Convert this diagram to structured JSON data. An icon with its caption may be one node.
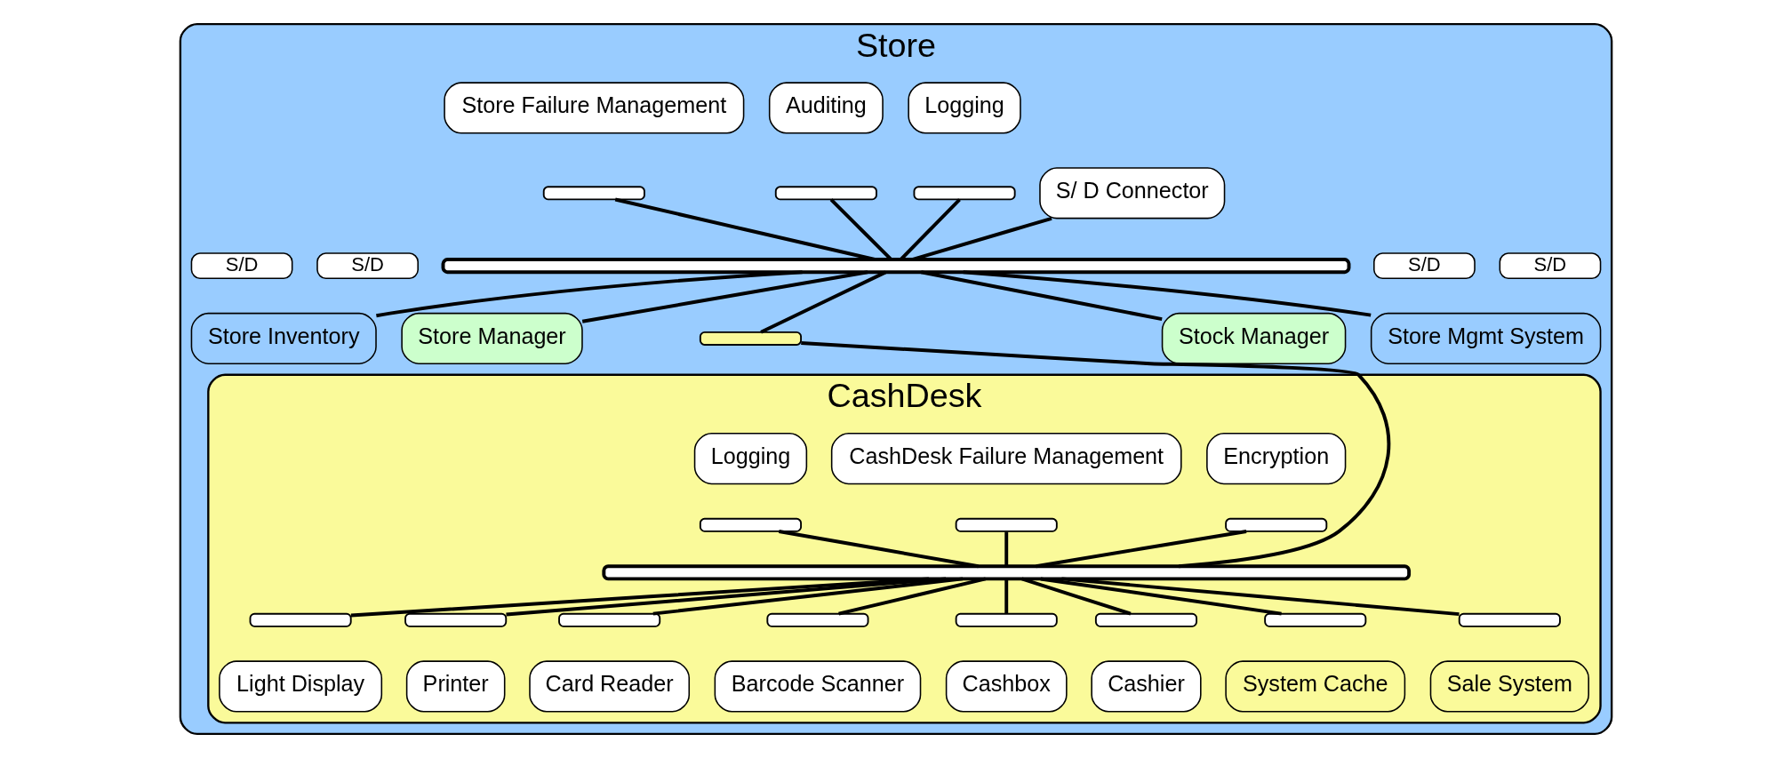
{
  "diagram": {
    "nodes": [
      {
        "text": [
          "Store"
        ]
      },
      {
        "text": [
          "S/ D Connector"
        ],
        "in": 0
      },
      {
        "text": [
          "Logging"
        ],
        "in": 0
      },
      {
        "text": [],
        "shape": "bar",
        "in": 0
      },
      {
        "text": [
          "Auditing"
        ],
        "in": 0
      },
      {
        "text": [],
        "shape": "bar",
        "in": 0
      },
      {
        "text": [
          "Store Failure Management"
        ],
        "in": 0
      },
      {
        "text": [],
        "shape": "bar",
        "in": 0
      },
      {
        "text": [],
        "shape": "bar",
        "in": 0
      },
      {
        "text": [
          "CashDesk"
        ],
        "in": 0
      },
      {
        "text": [],
        "shape": "bar",
        "in": 0
      },
      {
        "text": [
          "Logging"
        ],
        "in": 9
      },
      {
        "text": [],
        "shape": "bar",
        "in": 9
      },
      {
        "text": [
          "Encryption"
        ],
        "in": 9
      },
      {
        "text": [],
        "shape": "bar",
        "in": 9
      },
      {
        "text": [
          "CashDesk Failure Management"
        ],
        "in": 9
      },
      {
        "text": [],
        "shape": "bar",
        "in": 9
      },
      {
        "text": [],
        "shape": "bar",
        "in": 9
      },
      {
        "text": [],
        "shape": "bar",
        "in": 9
      },
      {
        "text": [
          "Light Display"
        ],
        "in": 9
      },
      {
        "text": [],
        "shape": "bar",
        "in": 9
      },
      {
        "text": [
          "Printer"
        ],
        "in": 9
      },
      {
        "text": [],
        "shape": "bar",
        "in": 9
      },
      {
        "text": [
          "Card Reader"
        ],
        "in": 9
      },
      {
        "text": [],
        "shape": "bar",
        "in": 9
      },
      {
        "text": [
          "Barcode Scanner"
        ],
        "in": 9
      },
      {
        "text": [],
        "shape": "bar",
        "in": 9
      },
      {
        "text": [
          "Cashbox"
        ],
        "in": 9
      },
      {
        "text": [],
        "shape": "bar",
        "in": 9
      },
      {
        "text": [
          "Cashier"
        ],
        "in": 9
      },
      {
        "text": [],
        "shape": "bar",
        "in": 9
      },
      {
        "text": [
          "System Cache"
        ],
        "in": 9
      },
      {
        "text": [],
        "shape": "bar",
        "in": 9
      },
      {
        "text": [
          "Sale System"
        ],
        "in": 9
      },
      {
        "text": [
          "S/D"
        ],
        "in": 0
      },
      {
        "text": [
          "Store Mgmt System"
        ],
        "in": 0
      },
      {
        "text": [
          "S/D"
        ],
        "in": 0
      },
      {
        "text": [
          "Stock Manager"
        ],
        "in": 0
      },
      {
        "text": [
          "S/D"
        ],
        "in": 0
      },
      {
        "text": [
          "Store Manager"
        ],
        "in": 0
      },
      {
        "text": [
          "S/D"
        ],
        "in": 0
      },
      {
        "text": [
          "Store Inventory"
        ],
        "in": 0
      }
    ],
    "edges": [
      {
        "from": 1,
        "to": 8,
        "arrow": "none"
      },
      {
        "from": 3,
        "to": 8,
        "arrow": "none"
      },
      {
        "from": 5,
        "to": 8,
        "arrow": "none"
      },
      {
        "from": 7,
        "to": 8,
        "arrow": "none"
      },
      {
        "from": 8,
        "to": 10,
        "arrow": "none"
      },
      {
        "from": 10,
        "to": 17,
        "arrow": "none"
      },
      {
        "from": 12,
        "to": 17,
        "arrow": "none"
      },
      {
        "from": 14,
        "to": 17,
        "arrow": "none"
      },
      {
        "from": 16,
        "to": 17,
        "arrow": "none"
      },
      {
        "from": 17,
        "to": 18,
        "arrow": "none"
      },
      {
        "from": 17,
        "to": 20,
        "arrow": "none"
      },
      {
        "from": 17,
        "to": 22,
        "arrow": "none"
      },
      {
        "from": 17,
        "to": 24,
        "arrow": "none"
      },
      {
        "from": 17,
        "to": 26,
        "arrow": "none"
      },
      {
        "from": 17,
        "to": 28,
        "arrow": "none"
      },
      {
        "from": 17,
        "to": 30,
        "arrow": "none"
      },
      {
        "from": 17,
        "to": 32,
        "arrow": "none"
      },
      {
        "from": 8,
        "to": 35,
        "arrow": "none"
      },
      {
        "from": 8,
        "to": 37,
        "arrow": "none"
      },
      {
        "from": 8,
        "to": 39,
        "arrow": "none"
      },
      {
        "from": 8,
        "to": 41,
        "arrow": "none"
      }
    ]
  }
}
